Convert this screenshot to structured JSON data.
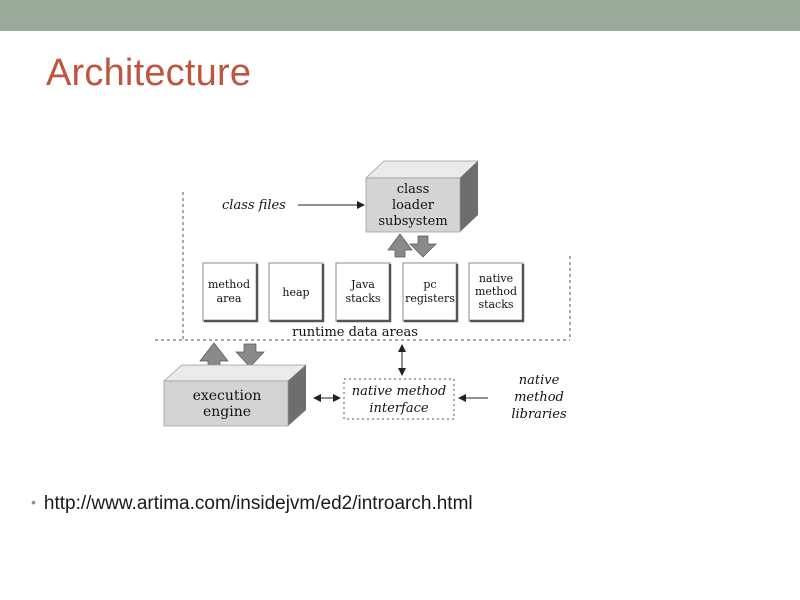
{
  "slide": {
    "title": "Architecture",
    "reference": "http://www.artima.com/insidejvm/ed2/introarch.html",
    "colors": {
      "topbar": "#9aaa9a",
      "title": "#c0543c",
      "box_fill": "#d6d6d6",
      "box_dark": "#7a7a7a"
    }
  },
  "diagram": {
    "class_files": "class files",
    "class_loader": [
      "class",
      "loader",
      "subsystem"
    ],
    "runtime_areas": {
      "method_area": [
        "method",
        "area"
      ],
      "heap": [
        "heap"
      ],
      "java_stacks": [
        "Java",
        "stacks"
      ],
      "pc_registers": [
        "pc",
        "registers"
      ],
      "native_method_stacks": [
        "native",
        "method",
        "stacks"
      ]
    },
    "runtime_data_areas": "runtime data areas",
    "execution_engine": [
      "execution",
      "engine"
    ],
    "native_method_interface": [
      "native method",
      "interface"
    ],
    "native_method_libraries": [
      "native",
      "method",
      "libraries"
    ]
  }
}
